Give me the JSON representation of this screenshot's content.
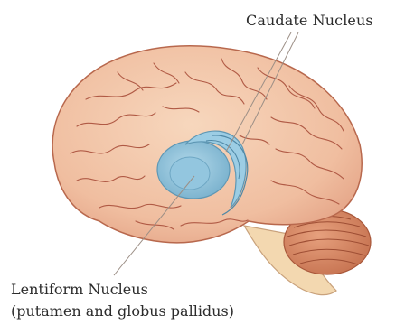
{
  "labels": {
    "caudate": "Caudate Nucleus",
    "lentiform_line1": "Lentiform Nucleus",
    "lentiform_line2": "(putamen and globus pallidus)"
  },
  "colors": {
    "cortex": "#f4c9a8",
    "cortex_shade": "#e9a98a",
    "gyri_lines": "#b05a45",
    "cerebellum": "#d98a66",
    "brainstem": "#f3d8b0",
    "nuclei": "#8fc3dc",
    "nuclei_dark": "#6aa6c3",
    "text": "#2b2b2b"
  }
}
